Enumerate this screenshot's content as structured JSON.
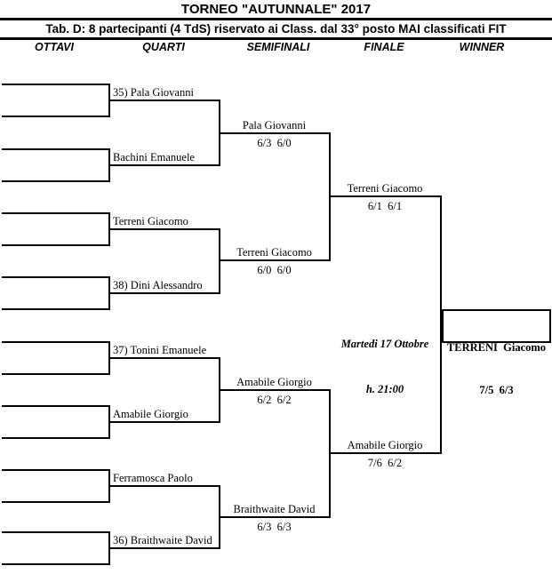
{
  "title": "TORNEO \"AUTUNNALE\" 2017",
  "subtitle": "Tab. D: 8 partecipanti (4 TdS) riservato ai Class. dal 33° posto MAI classificati FIT",
  "columns": [
    "OTTAVI",
    "QUARTI",
    "SEMIFINALI",
    "FINALE",
    "WINNER"
  ],
  "bracket": {
    "quarti": [
      {
        "name": "35) Pala Giovanni"
      },
      {
        "name": "Bachini Emanuele"
      },
      {
        "name": "Terreni Giacomo"
      },
      {
        "name": "38) Dini Alessandro"
      },
      {
        "name": "37) Tonini Emanuele"
      },
      {
        "name": "Amabile Giorgio"
      },
      {
        "name": "Ferramosca Paolo"
      },
      {
        "name": "36) Braithwaite David"
      }
    ],
    "semifinali": [
      {
        "name": "Pala Giovanni",
        "score": "6/3  6/0"
      },
      {
        "name": "Terreni Giacomo",
        "score": "6/0  6/0"
      },
      {
        "name": "Amabile Giorgio",
        "score": "6/2  6/2"
      },
      {
        "name": "Braithwaite David",
        "score": "6/3  6/3"
      }
    ],
    "finale": [
      {
        "name": "Terreni Giacomo",
        "score": "6/1  6/1"
      },
      {
        "name": "Amabile Giorgio",
        "score": "7/6  6/2"
      }
    ],
    "schedule": {
      "date": "Martedi 17 Ottobre",
      "time": "h. 21:00"
    },
    "winner": {
      "name": "TERRENI  Giacomo",
      "score": "7/5  6/3"
    }
  },
  "colors": {
    "ink": "#000000",
    "background": "#ffffff"
  }
}
